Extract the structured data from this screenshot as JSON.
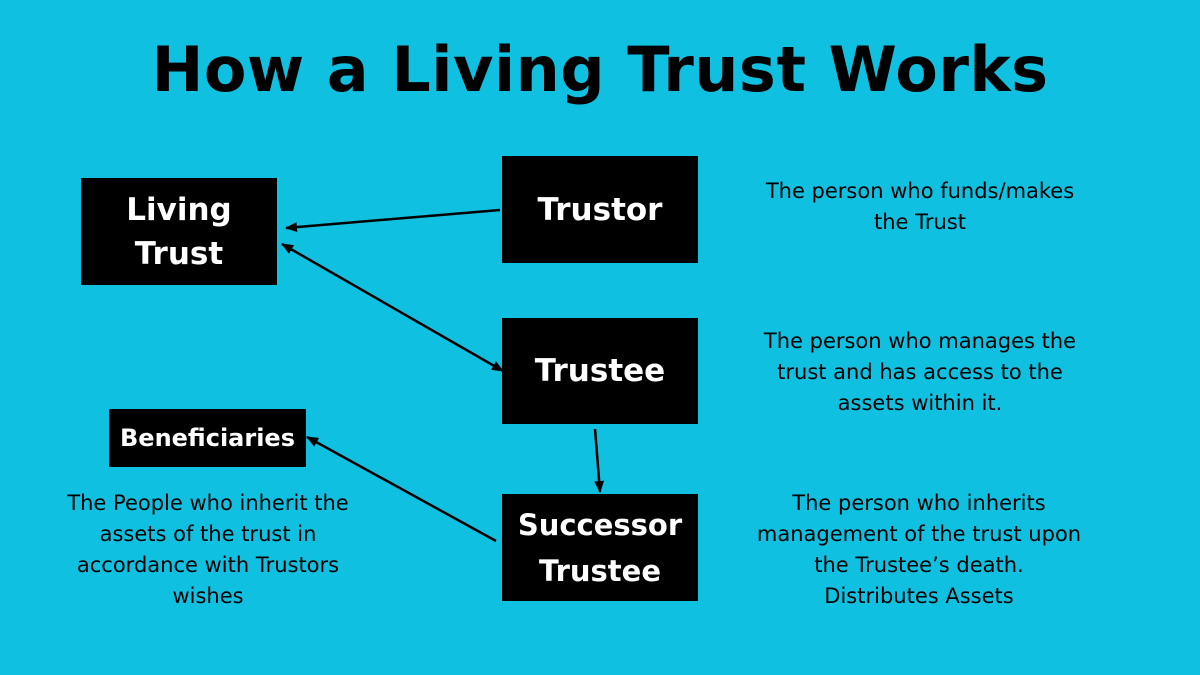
{
  "title": "How a Living Trust Works",
  "nodes": {
    "living_trust": "Living\nTrust",
    "trustor": "Trustor",
    "trustee": "Trustee",
    "successor_trustee": "Successor\nTrustee",
    "beneficiaries": "Beneficiaries"
  },
  "descriptions": {
    "trustor": "The person who funds/makes\nthe Trust",
    "trustee": "The person who manages the\ntrust and has access to the\nassets within it.",
    "successor_trustee": "The person who inherits\nmanagement of the trust upon\nthe Trustee’s death.\nDistributes Assets",
    "beneficiaries": "The People who inherit the\nassets of the trust in\naccordance with Trustors\nwishes"
  },
  "colors": {
    "background": "#0fc0e0",
    "node_fill": "#000000",
    "node_text": "#ffffff",
    "text": "#000000"
  },
  "edges": [
    {
      "from": "trustor",
      "to": "living_trust",
      "arrows": "end"
    },
    {
      "from": "living_trust",
      "to": "trustee",
      "arrows": "both"
    },
    {
      "from": "trustee",
      "to": "successor_trustee",
      "arrows": "end"
    },
    {
      "from": "successor_trustee",
      "to": "beneficiaries",
      "arrows": "end"
    }
  ]
}
